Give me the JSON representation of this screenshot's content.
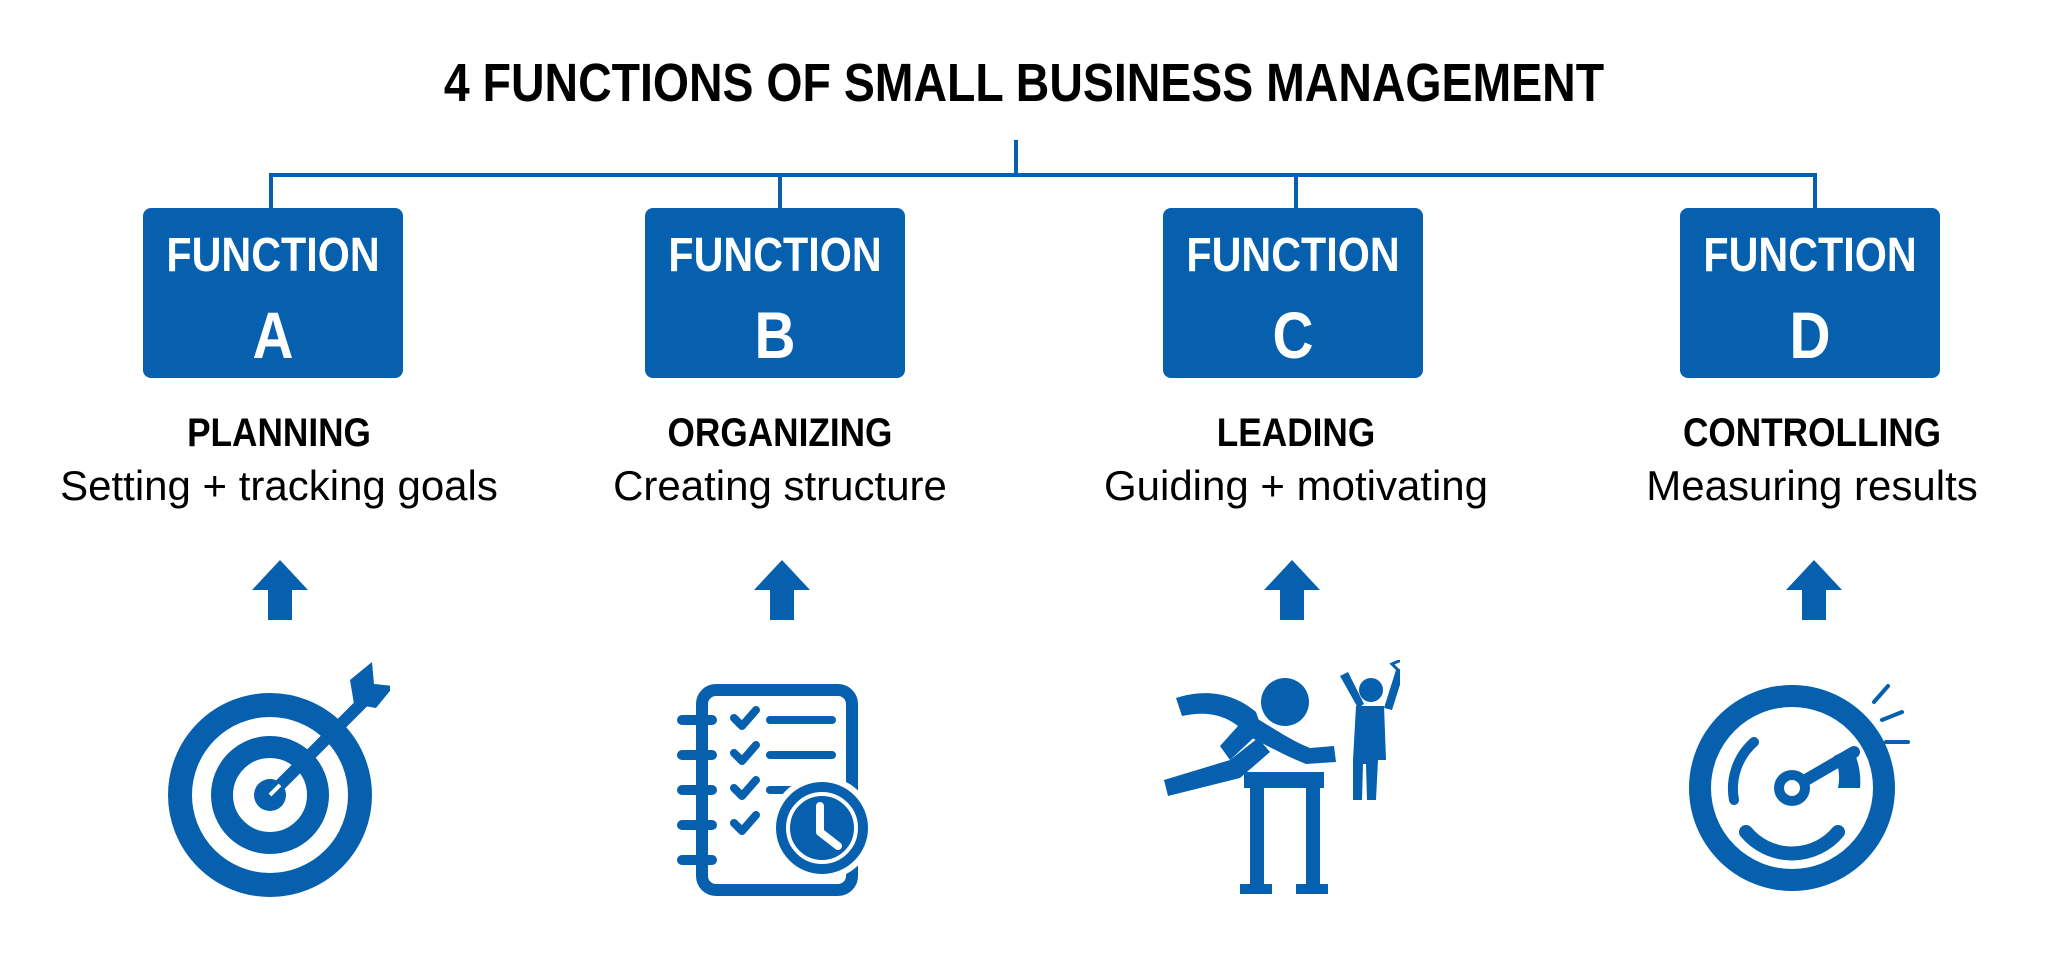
{
  "title": "4 FUNCTIONS OF SMALL BUSINESS MANAGEMENT",
  "accent_color": "#0660ae",
  "functions": [
    {
      "word": "FUNCTION",
      "letter": "A",
      "name": "PLANNING",
      "description": "Setting + tracking goals",
      "icon": "target-icon"
    },
    {
      "word": "FUNCTION",
      "letter": "B",
      "name": "ORGANIZING",
      "description": "Creating structure",
      "icon": "checklist-clock-icon"
    },
    {
      "word": "FUNCTION",
      "letter": "C",
      "name": "LEADING",
      "description": "Guiding + motivating",
      "icon": "hurdle-coach-icon"
    },
    {
      "word": "FUNCTION",
      "letter": "D",
      "name": "CONTROLLING",
      "description": "Measuring results",
      "icon": "speedometer-icon"
    }
  ]
}
